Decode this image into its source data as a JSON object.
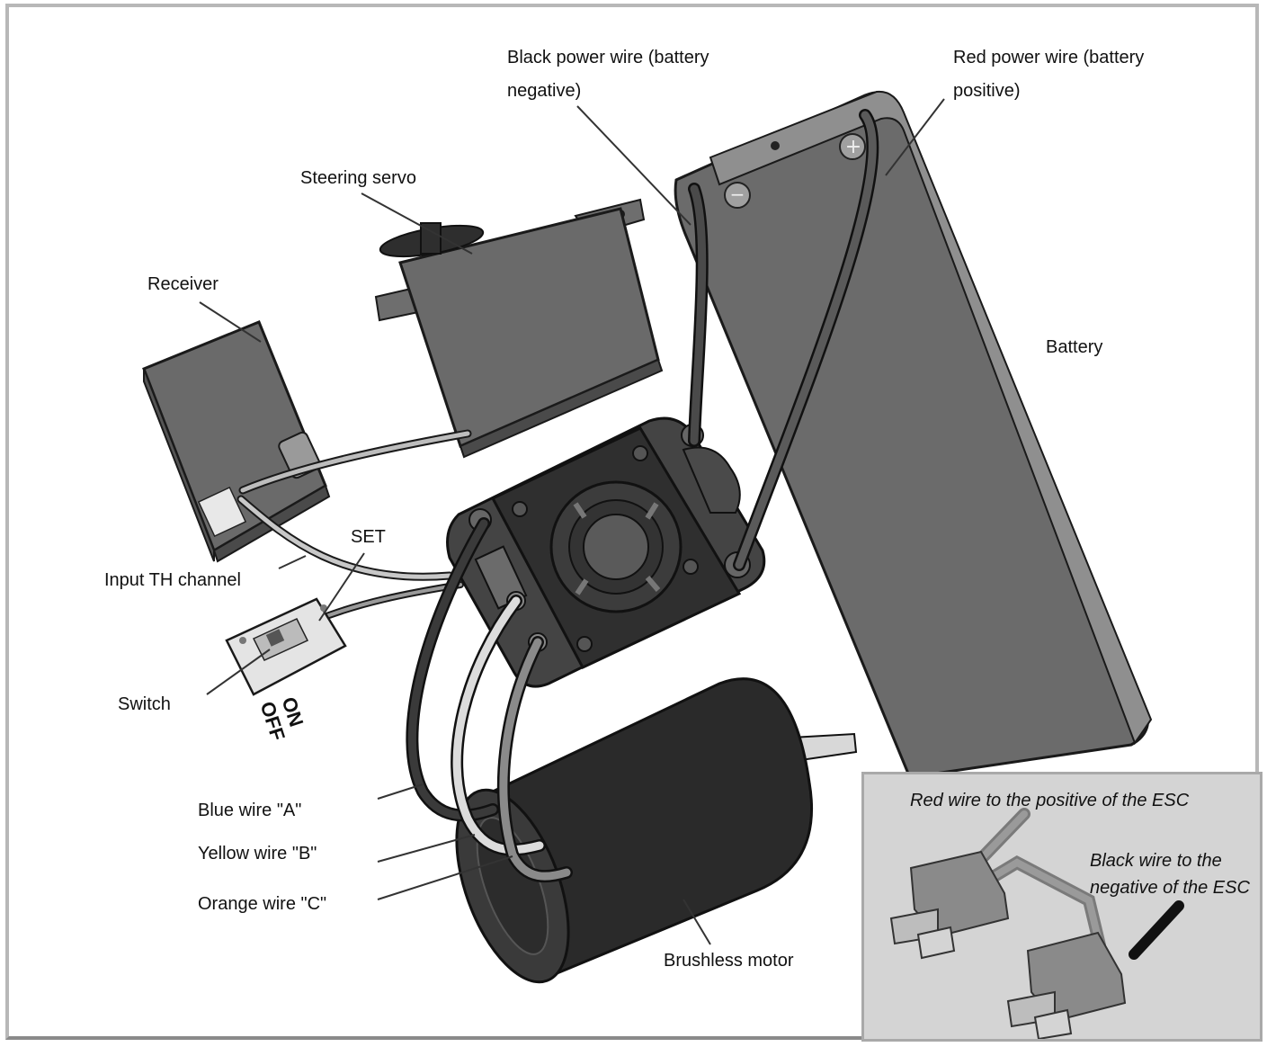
{
  "labels": {
    "black_power_wire": "Black power wire (battery negative)",
    "red_power_wire": "Red power wire (battery positive)",
    "steering_servo": "Steering servo",
    "receiver": "Receiver",
    "battery": "Battery",
    "set": "SET",
    "input_th_channel": "Input TH channel",
    "switch": "Switch",
    "on": "ON",
    "off": "OFF",
    "blue_wire": "Blue wire \"A\"",
    "yellow_wire": "Yellow wire \"B\"",
    "orange_wire": "Orange wire \"C\"",
    "brushless_motor": "Brushless motor",
    "battery_minus": "−",
    "battery_plus": "+"
  },
  "inset": {
    "red_wire_note": "Red wire to the positive of the ESC",
    "black_wire_note_line1": "Black wire to the",
    "black_wire_note_line2": "negative of the ESC"
  },
  "colors": {
    "outline": "#1a1a1a",
    "body_dark": "#3a3a3a",
    "body_mid": "#5c5c5c",
    "body_light": "#8a8a8a",
    "wire_light": "#cfcfcf",
    "inset_bg": "#d4d4d4"
  }
}
